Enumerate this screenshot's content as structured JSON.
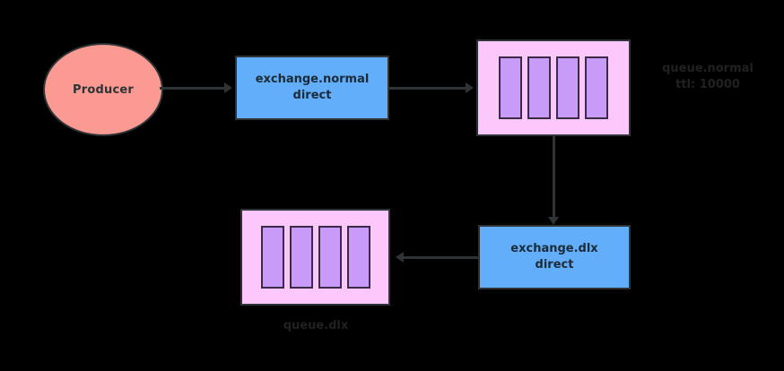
{
  "diagram": {
    "title": "RabbitMQ dead letter exchange flow",
    "background_color": "#000000",
    "nodes": {
      "producer": {
        "label": "Producer",
        "shape": "ellipse",
        "fill": "#fa9a93",
        "stroke": "#2e3436"
      },
      "exchange_normal": {
        "line1": "exchange.normal",
        "line2": "direct",
        "shape": "rectangle",
        "fill": "#63aefa",
        "stroke": "#2e3436"
      },
      "queue_normal": {
        "label_line1": "queue.normal",
        "label_line2": "ttl: 10000",
        "shape": "queue",
        "fill": "#fcc7fa",
        "message_fill": "#c79bf7",
        "message_count": 4
      },
      "exchange_dlx": {
        "line1": "exchange.dlx",
        "line2": "direct",
        "shape": "rectangle",
        "fill": "#63aefa",
        "stroke": "#2e3436"
      },
      "queue_dlx": {
        "label": "queue.dlx",
        "shape": "queue",
        "fill": "#fcc7fa",
        "message_fill": "#c79bf7",
        "message_count": 4
      }
    },
    "edges": [
      {
        "from": "producer",
        "to": "exchange_normal",
        "direction": "right"
      },
      {
        "from": "exchange_normal",
        "to": "queue_normal",
        "direction": "right"
      },
      {
        "from": "queue_normal",
        "to": "exchange_dlx",
        "direction": "down"
      },
      {
        "from": "exchange_dlx",
        "to": "queue_dlx",
        "direction": "left"
      }
    ],
    "edge_color": "#2e3436"
  }
}
